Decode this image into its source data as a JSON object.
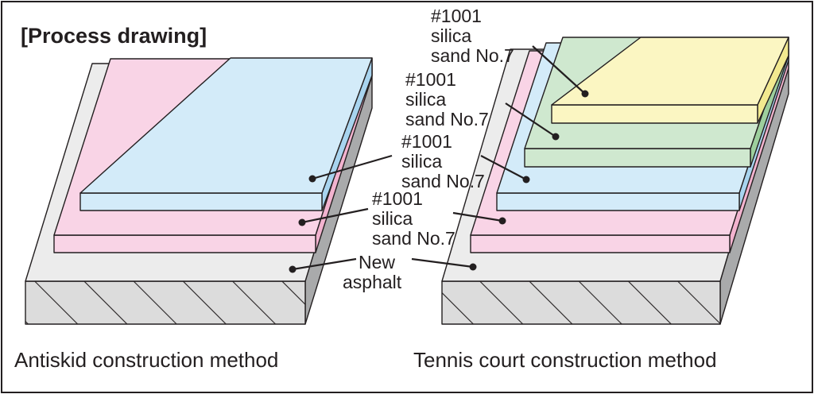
{
  "title": "[Process drawing]",
  "layer_label": [
    "#1001",
    "silica",
    "sand No.7"
  ],
  "base_label": [
    "New",
    "asphalt"
  ],
  "captions": {
    "antiskid": "Antiskid construction method",
    "tennis": "Tennis court construction method"
  },
  "colors": {
    "blue_layer": "#d3ebf9",
    "pink_layer": "#f9d4e6",
    "green_layer": "#cfe8cf",
    "yellow_layer": "#fbf6c2",
    "asphalt_layer": "#ececec",
    "side_gray": "#a9aaab",
    "outline": "#231f20"
  }
}
